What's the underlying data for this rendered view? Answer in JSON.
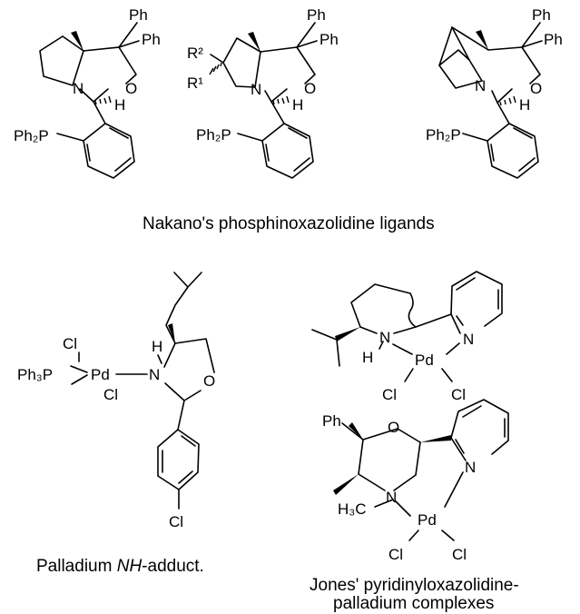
{
  "structures": {
    "ligand1": {
      "ph_a": "Ph",
      "ph_b": "Ph",
      "n": "N",
      "o": "O",
      "h": "H",
      "ph2p": "Ph₂P"
    },
    "ligand2": {
      "ph_a": "Ph",
      "ph_b": "Ph",
      "r2": "R²",
      "r1": "R¹",
      "n": "N",
      "o": "O",
      "h": "H",
      "ph2p": "Ph₂P"
    },
    "ligand3": {
      "ph_a": "Ph",
      "ph_b": "Ph",
      "n": "N",
      "o": "O",
      "h": "H",
      "ph2p": "Ph₂P"
    },
    "nh_adduct": {
      "cl_top": "Cl",
      "ph3p": "Ph₃P",
      "pd": "Pd",
      "cl_bottom": "Cl",
      "h": "H",
      "n": "N",
      "o": "O",
      "cl_aryl": "Cl"
    },
    "jones1": {
      "n_ring": "N",
      "n_py": "N",
      "h": "H",
      "pd": "Pd",
      "cl_left": "Cl",
      "cl_right": "Cl"
    },
    "jones2": {
      "ph": "Ph",
      "o": "O",
      "n_py": "N",
      "h3c": "H₃C",
      "n": "N",
      "pd": "Pd",
      "cl_left": "Cl",
      "cl_right": "Cl"
    }
  },
  "captions": {
    "nakano": "Nakano's phosphinoxazolidine ligands",
    "palladium_prefix": "Palladium ",
    "palladium_italic": "NH",
    "palladium_suffix": "-adduct.",
    "jones_line1": "Jones' pyridinyloxazolidine-",
    "jones_line2": "palladium complexes"
  }
}
